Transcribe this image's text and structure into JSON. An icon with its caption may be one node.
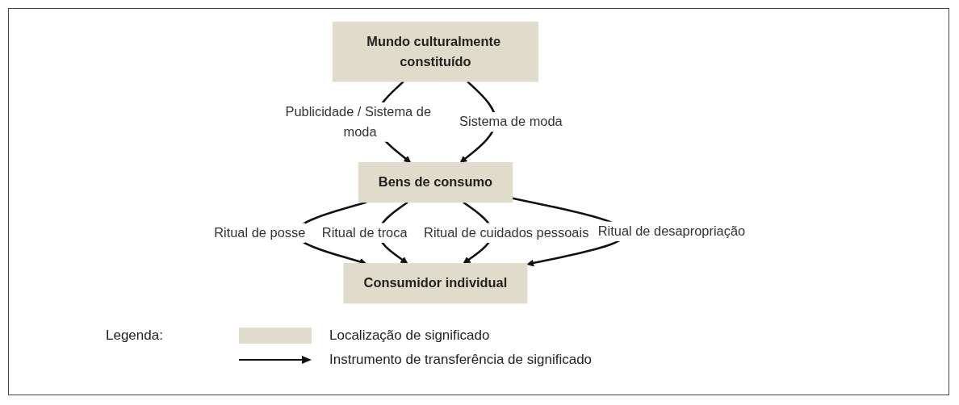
{
  "diagram": {
    "nodes": [
      {
        "text": [
          "Mundo culturalmente constituído"
        ]
      },
      {
        "text": [
          "Bens de consumo"
        ]
      },
      {
        "text": [
          "Consumidor individual"
        ]
      }
    ],
    "edges": [
      {
        "from": 0,
        "to": 1,
        "arrow": "to",
        "label": "Publicidade / Sistema de moda"
      },
      {
        "from": 0,
        "to": 1,
        "arrow": "to",
        "label": "Sistema de moda"
      },
      {
        "from": 1,
        "to": 2,
        "arrow": "to",
        "label": "Ritual de posse"
      },
      {
        "from": 1,
        "to": 2,
        "arrow": "to",
        "label": "Ritual de troca"
      },
      {
        "from": 1,
        "to": 2,
        "arrow": "to",
        "label": "Ritual de cuidados pessoais"
      },
      {
        "from": 1,
        "to": 2,
        "arrow": "to",
        "label": "Ritual de desapropriação"
      }
    ],
    "labels": [
      "Legenda:"
    ],
    "legend": [
      {
        "text": "Localização de significado",
        "color": "#e0dccb"
      },
      {
        "text": "Instrumento de transferência de significado"
      }
    ]
  }
}
